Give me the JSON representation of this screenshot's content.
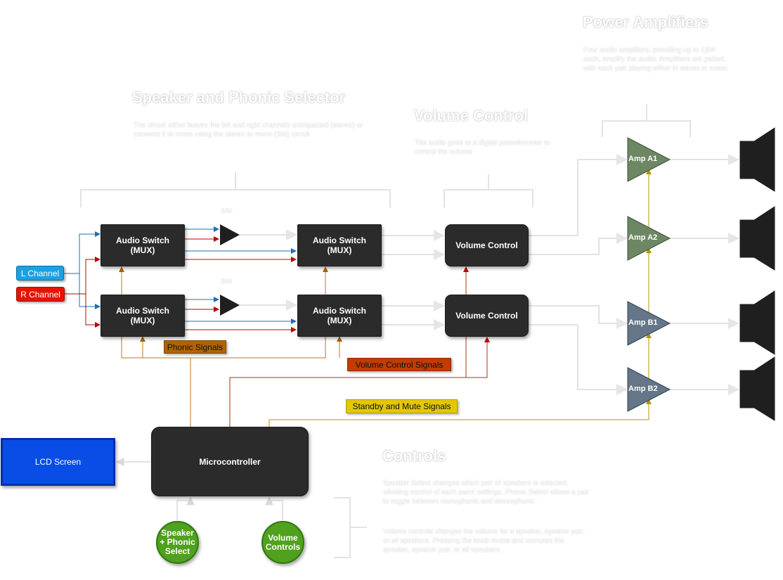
{
  "sections": {
    "speaker_selector": {
      "title": "Speaker and Phonic Selector",
      "text": "The circuit either leaves the left and right channels unimpacted (stereo) or converts it to mono using the stereo to mono (SM) circuit"
    },
    "volume": {
      "title": "Volume Control",
      "text": "The audio goes to a digital potentiometer to control the volume"
    },
    "power_amps": {
      "title": "Power Amplifiers",
      "text": "Four audio amplifiers, providing up to 15W each, amplify the audio. Amplifiers are paired, with each pair playing either in stereo or mono"
    },
    "controls": {
      "title": "Controls",
      "text1": "Speaker Select changes which pair of speakers is selected, allowing control of each pairs' settings. Phonic Select allows a pair to toggle between monophonic and stereophonic.",
      "text2": "Volume controls changes the volume for a speaker, speaker pair, or all speakers. Pressing the knob mutes and unmutes the speaker, speaker pair, or all speakers."
    }
  },
  "inputs": {
    "left": "L Channel",
    "right": "R Channel"
  },
  "sm_label_top": "S/M",
  "sm_label_bottom": "S/M",
  "mux": [
    {
      "line1": "Audio Switch",
      "line2": "(MUX)"
    },
    {
      "line1": "Audio Switch",
      "line2": "(MUX)"
    },
    {
      "line1": "Audio Switch",
      "line2": "(MUX)"
    },
    {
      "line1": "Audio Switch",
      "line2": "(MUX)"
    }
  ],
  "volume_controls": [
    "Volume Control",
    "Volume Control"
  ],
  "amps": [
    "Amp A1",
    "Amp A2",
    "Amp B1",
    "Amp B2"
  ],
  "signals": {
    "phonic": "Phonic Signals",
    "volume": "Volume Control Signals",
    "standby": "Standby and Mute Signals"
  },
  "microcontroller": "Microcontroller",
  "lcd": "LCD Screen",
  "buttons": {
    "speaker_phonic": "Speaker + Phonic Select",
    "volume": "Volume Controls"
  },
  "colors": {
    "left_channel": "#1ba1e2",
    "right_channel": "#e51400",
    "phonic": "#b06400",
    "volume_signal": "#c23c00",
    "standby": "#e3c800",
    "amp_a": "#6d8764",
    "amp_b": "#647687",
    "box": "#2b2b2b",
    "buttons": "#4fa11e",
    "lcd": "#0a4de6"
  }
}
